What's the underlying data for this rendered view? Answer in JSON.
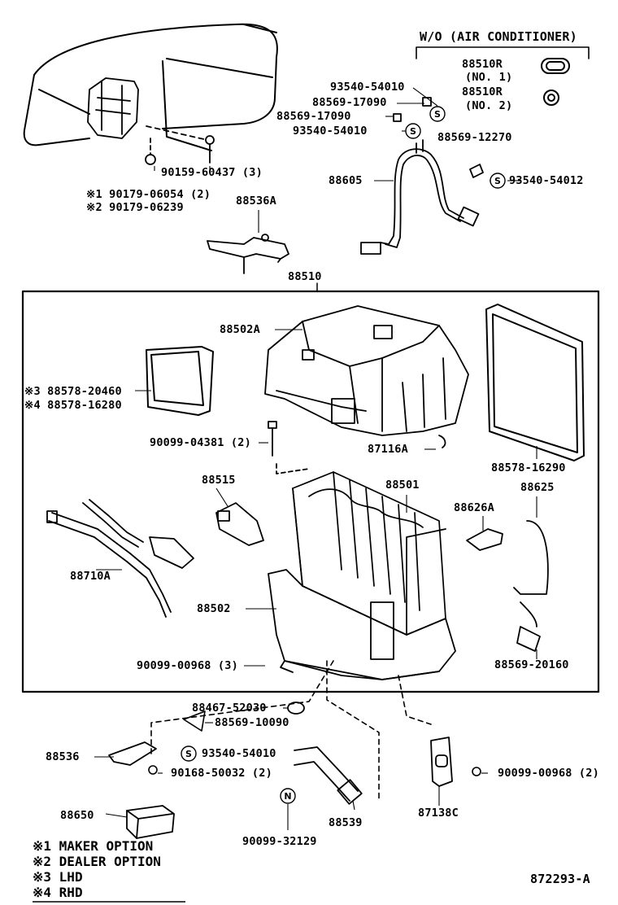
{
  "diagram_id": "872293-A",
  "wo_header": "W/O (AIR CONDITIONER)",
  "parts": {
    "p_90159": "90159-60437 (3)",
    "p_90179a": "※1 90179-06054 (2)",
    "p_90179b": "※2 90179-06239",
    "p_88536A": "88536A",
    "p_93540_54010a": "93540-54010",
    "p_88569_17090a": "88569-17090",
    "p_88569_17090b": "88569-17090",
    "p_93540_54010b": "93540-54010",
    "p_88569_12270": "88569-12270",
    "p_93540_54012": "93540-54012",
    "p_88605": "88605",
    "p_88510R_1": "88510R",
    "p_no1": "(NO. 1)",
    "p_88510R_2": "88510R",
    "p_no2": "(NO. 2)",
    "p_88510": "88510",
    "p_88502A": "88502A",
    "p_88578_20460": "※3 88578-20460",
    "p_88578_16280": "※4 88578-16280",
    "p_90099_04381": "90099-04381 (2)",
    "p_87116A": "87116A",
    "p_88578_16290": "88578-16290",
    "p_88515": "88515",
    "p_88501": "88501",
    "p_88626A": "88626A",
    "p_88625": "88625",
    "p_88710A": "88710A",
    "p_88502": "88502",
    "p_90099_00968a": "90099-00968 (3)",
    "p_88569_20160": "88569-20160",
    "p_88467": "88467-52030",
    "p_88569_10090": "88569-10090",
    "p_93540_54010c": "93540-54010",
    "p_88536": "88536",
    "p_90168": "90168-50032 (2)",
    "p_90099_00968b": "90099-00968 (2)",
    "p_88650": "88650",
    "p_88539": "88539",
    "p_87138C": "87138C",
    "p_90099_32129": "90099-32129"
  },
  "symbols": {
    "s": "S",
    "n": "N"
  },
  "legend": [
    "※1  MAKER OPTION",
    "※2  DEALER OPTION",
    "※3  LHD",
    "※4  RHD"
  ]
}
